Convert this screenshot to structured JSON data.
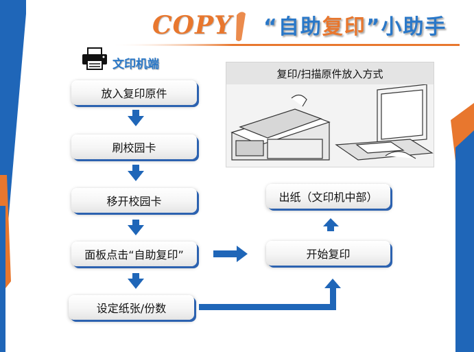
{
  "header": {
    "logo_text": "COPY",
    "title_open_quote": "“",
    "title_part1": "自助",
    "title_part2": "复印",
    "title_close_quote": "”",
    "title_part3": "小助手"
  },
  "printer_section": {
    "icon": "printer-icon",
    "label": "文印机端"
  },
  "steps": [
    {
      "label": "放入复印原件"
    },
    {
      "label": "刷校园卡"
    },
    {
      "label": "移开校园卡"
    },
    {
      "label": "面板点击“自助复印”"
    },
    {
      "label": "设定纸张/份数"
    },
    {
      "label": "开始复印"
    },
    {
      "label": "出纸（文印机中部）"
    }
  ],
  "photo": {
    "caption": "复印/扫描原件放入方式"
  },
  "colors": {
    "accent_blue": "#2a78c8",
    "accent_orange": "#e8772e",
    "arrow_blue": "#1f66b8",
    "button_shadow_blue": "#2c62b0"
  }
}
